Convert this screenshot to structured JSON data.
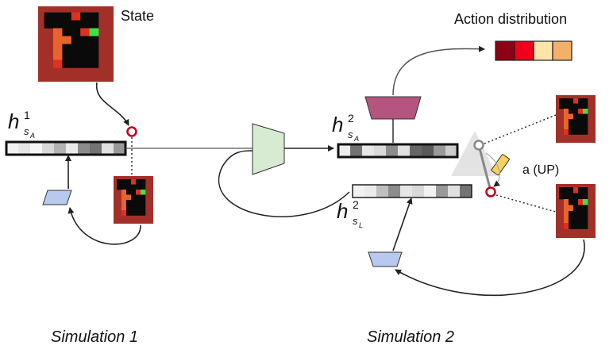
{
  "labels": {
    "state": "State",
    "action_distribution": "Action distribution",
    "action": "a (UP)",
    "simulation_1": "Simulation 1",
    "simulation_2": "Simulation 2",
    "h_main": "h",
    "h1_sup": "1",
    "h2a_sup": "2",
    "h2l_sup": "2",
    "sub_s": "s",
    "sub_A": "A",
    "sub_L": "L"
  },
  "colors": {
    "board_bg": "#a33028",
    "board_black": "#0a0a0a",
    "board_red": "#e0301e",
    "board_orange": "#e8642a",
    "board_green": "#3de24a",
    "encoder_green": "#d7ead2",
    "policy_head": "#b5557f",
    "small_encoder": "#b7c9ee",
    "marker_red": "#c0001a",
    "action_yellow": "#f7d25a",
    "sim_shadow": "#e3e3e3"
  },
  "action_distribution_swatches": [
    "#8e0014",
    "#f0001a",
    "#fde4a8",
    "#f3b06b"
  ],
  "latent_shades": {
    "h1": [
      0.95,
      0.9,
      0.97,
      0.85,
      0.7,
      0.92,
      0.55,
      0.45,
      0.88,
      0.6
    ],
    "h2a": [
      0.93,
      0.45,
      0.9,
      0.85,
      0.55,
      0.88,
      0.4,
      0.35,
      0.6,
      0.8
    ],
    "h2l": [
      0.95,
      0.92,
      0.75,
      0.55,
      0.9,
      0.85,
      0.95,
      0.6,
      0.88,
      0.45
    ]
  },
  "board_grid": [
    [
      "K",
      "K",
      "K",
      "R",
      "K",
      "K",
      "B"
    ],
    [
      "K",
      "K",
      "K",
      "K",
      "K",
      "K",
      "B"
    ],
    [
      "B",
      "O",
      "K",
      "K",
      "R",
      "G",
      "B"
    ],
    [
      "B",
      "O",
      "O",
      "K",
      "K",
      "K",
      "B"
    ],
    [
      "B",
      "O",
      "K",
      "K",
      "K",
      "K",
      "B"
    ],
    [
      "B",
      "O",
      "K",
      "K",
      "K",
      "K",
      "B"
    ],
    [
      "B",
      "R",
      "K",
      "K",
      "K",
      "K",
      "B"
    ],
    [
      "B",
      "B",
      "B",
      "B",
      "B",
      "B",
      "B"
    ]
  ]
}
